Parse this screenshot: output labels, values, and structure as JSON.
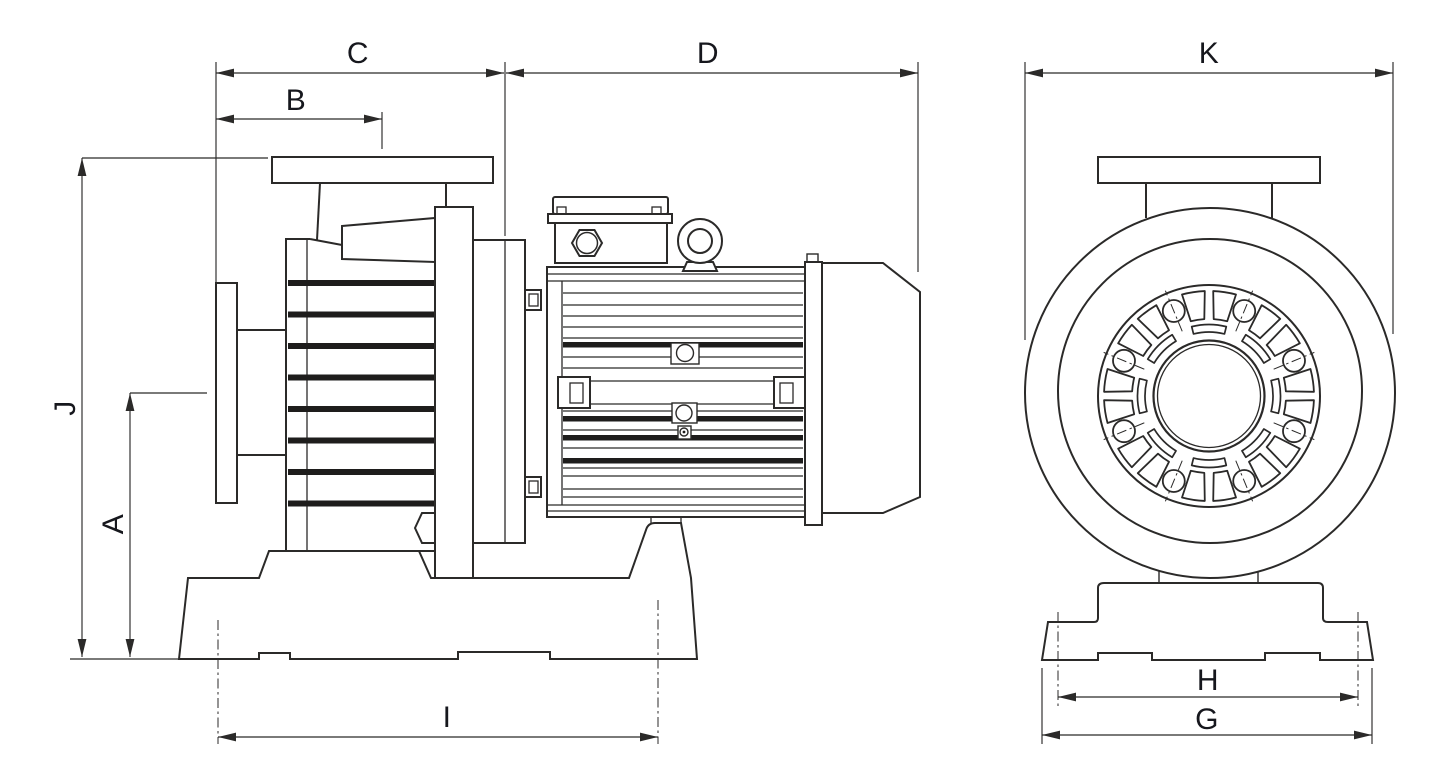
{
  "drawing": {
    "side_view": {
      "dimension_labels": {
        "A": "A",
        "B": "B",
        "C": "C",
        "D": "D",
        "I": "I",
        "J": "J"
      },
      "casing_stage_count": 8
    },
    "front_view": {
      "dimension_labels": {
        "G": "G",
        "H": "H",
        "K": "K"
      },
      "bolt_hole_count": 8,
      "rib_count": 16,
      "arc_slot_count": 8
    }
  },
  "colors": {
    "line": "#2b2a29",
    "label": "#16171d",
    "fin_fill": "#1e1d1c",
    "background": "#ffffff"
  }
}
